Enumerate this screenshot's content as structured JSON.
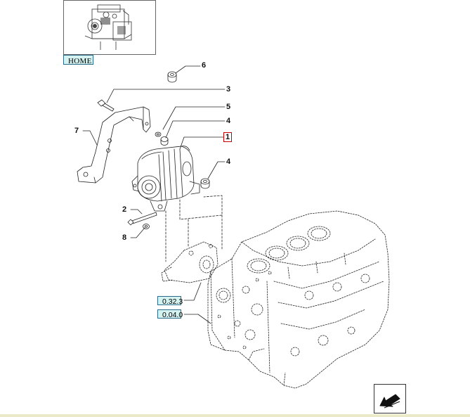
{
  "navigation": {
    "home_label": "HOME",
    "reference_1": "0.32.3",
    "reference_2": "0.04.0"
  },
  "callouts": {
    "c1": "1",
    "c2": "2",
    "c3": "3",
    "c4a": "4",
    "c4b": "4",
    "c5": "5",
    "c6": "6",
    "c7": "7",
    "c8": "8"
  },
  "colors": {
    "selected_callout_border": "#cc0000",
    "link_fill": "#d4f2f0",
    "link_border": "#2a6a8a",
    "footer": "#eaeac8"
  },
  "icons": {
    "thumbnail": "engine-thumbnail-icon",
    "next_page": "arrow-next-icon"
  }
}
